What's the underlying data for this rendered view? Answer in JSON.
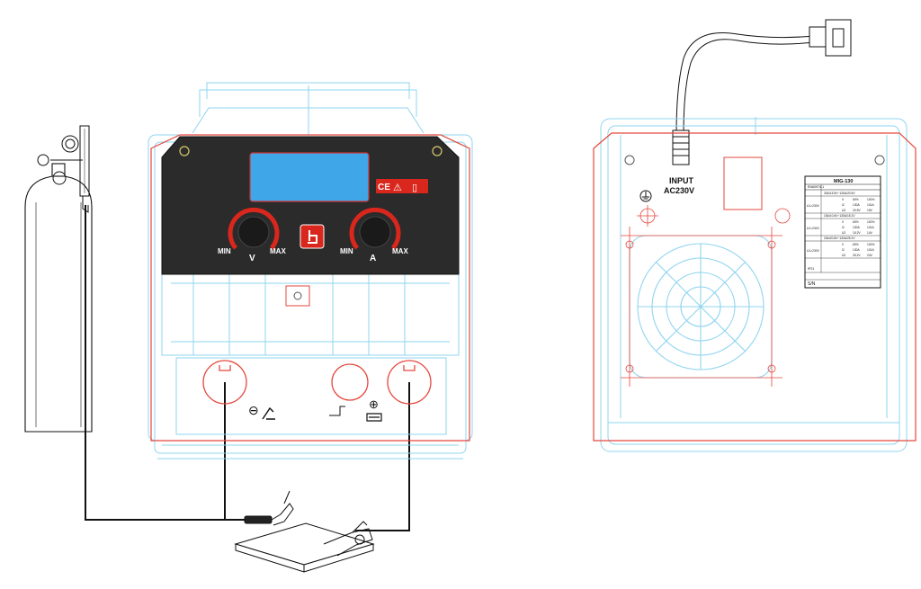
{
  "front_panel": {
    "voltage_knob": {
      "min_label": "MIN",
      "max_label": "MAX",
      "name_label": "V"
    },
    "current_knob": {
      "min_label": "MIN",
      "max_label": "MAX",
      "name_label": "A"
    },
    "cert_marks": [
      "CE",
      "⚠",
      "▯"
    ],
    "terminal_negative_symbol": "⊖",
    "terminal_positive_symbol": "⊕"
  },
  "rear_panel": {
    "input_label": "INPUT",
    "input_voltage": "AC230V",
    "nameplate": {
      "model": "MIG-130",
      "standard": "EN60974-1",
      "sections": [
        {
          "range": "30A/15.5V~130A/20.5V",
          "rows": [
            [
              "X",
              "60%",
              "100%"
            ],
            [
              "I2",
              "130A",
              "101A"
            ],
            [
              "U2",
              "20.5V",
              "19V"
            ]
          ],
          "supply": "U1=230V"
        },
        {
          "range": "15A/10.6V~130A/15.2V",
          "rows": [
            [
              "X",
              "60%",
              "100%"
            ],
            [
              "I2",
              "130A",
              "101A"
            ],
            [
              "U2",
              "15.2V",
              "14V"
            ]
          ],
          "supply": "U1=230V"
        },
        {
          "range": "20A/20.8V~130A/25.2V",
          "rows": [
            [
              "X",
              "60%",
              "100%"
            ],
            [
              "I2",
              "130A",
              "101A"
            ],
            [
              "U2",
              "25.2V",
              "24V"
            ]
          ],
          "supply": "U1=230V"
        }
      ],
      "protection": "IP21",
      "serial_label": "S/N"
    }
  },
  "colors": {
    "outline_blue": "#8fd4ef",
    "outline_red": "#e4473c",
    "panel_dark": "#2b2b2b",
    "lcd_blue": "#3fa7e8",
    "knob_red": "#d9271d",
    "line_black": "#111111"
  },
  "icons": [
    "gas-cylinder-icon",
    "regulator-icon",
    "welding-torch-icon",
    "work-clamp-icon",
    "workpiece-icon",
    "earth-ground-icon",
    "fan-grille-icon",
    "power-cable-icon"
  ]
}
